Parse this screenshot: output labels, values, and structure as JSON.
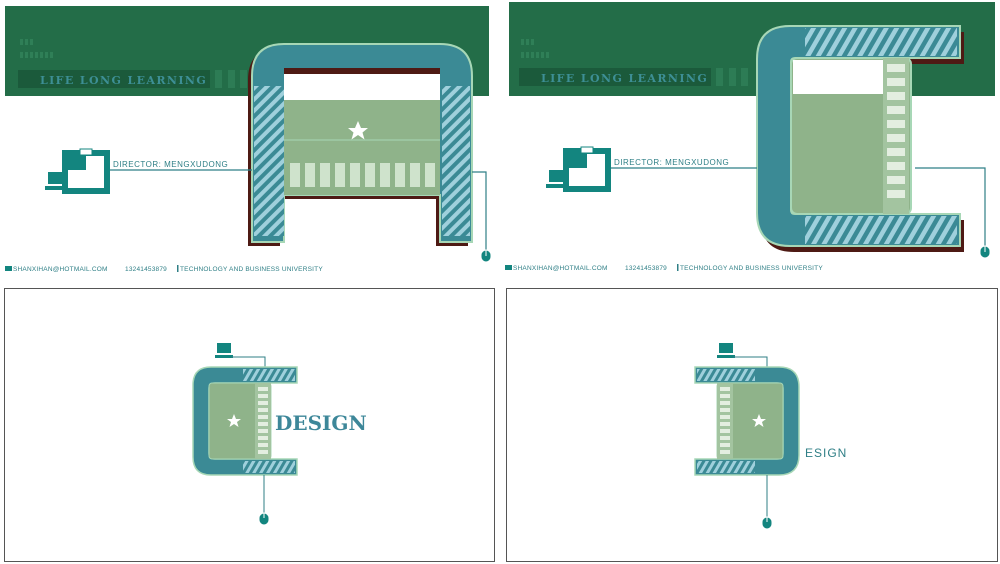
{
  "panels": {
    "top_left": {
      "banner": "LIFE LONG LEARNING",
      "director": "DIRECTOR: MENGXUDONG",
      "email": "SHANXIHAN@HOTMAIL.COM",
      "phone": "13241453879",
      "school": "TECHNOLOGY AND BUSINESS UNIVERSITY"
    },
    "top_right": {
      "banner": "LIFE LONG LEARNING",
      "director": "DIRECTOR: MENGXUDONG",
      "email": "SHANXIHAN@HOTMAIL.COM",
      "phone": "13241453879",
      "school": "TECHNOLOGY AND BUSINESS UNIVERSITY"
    },
    "bottom_left": {
      "word": "DESIGN"
    },
    "bottom_right": {
      "word": "ESIGN"
    }
  },
  "colors": {
    "dark_green": "#236d48",
    "teal": "#3b8a95",
    "sage": "#8fb38a",
    "dark_red": "#4e1a14",
    "stripe": "#9fd0dc",
    "icon_teal": "#13857f"
  },
  "icons": [
    "monitor-icon",
    "computer-icon",
    "mouse-icon",
    "email-icon",
    "star-icon"
  ]
}
